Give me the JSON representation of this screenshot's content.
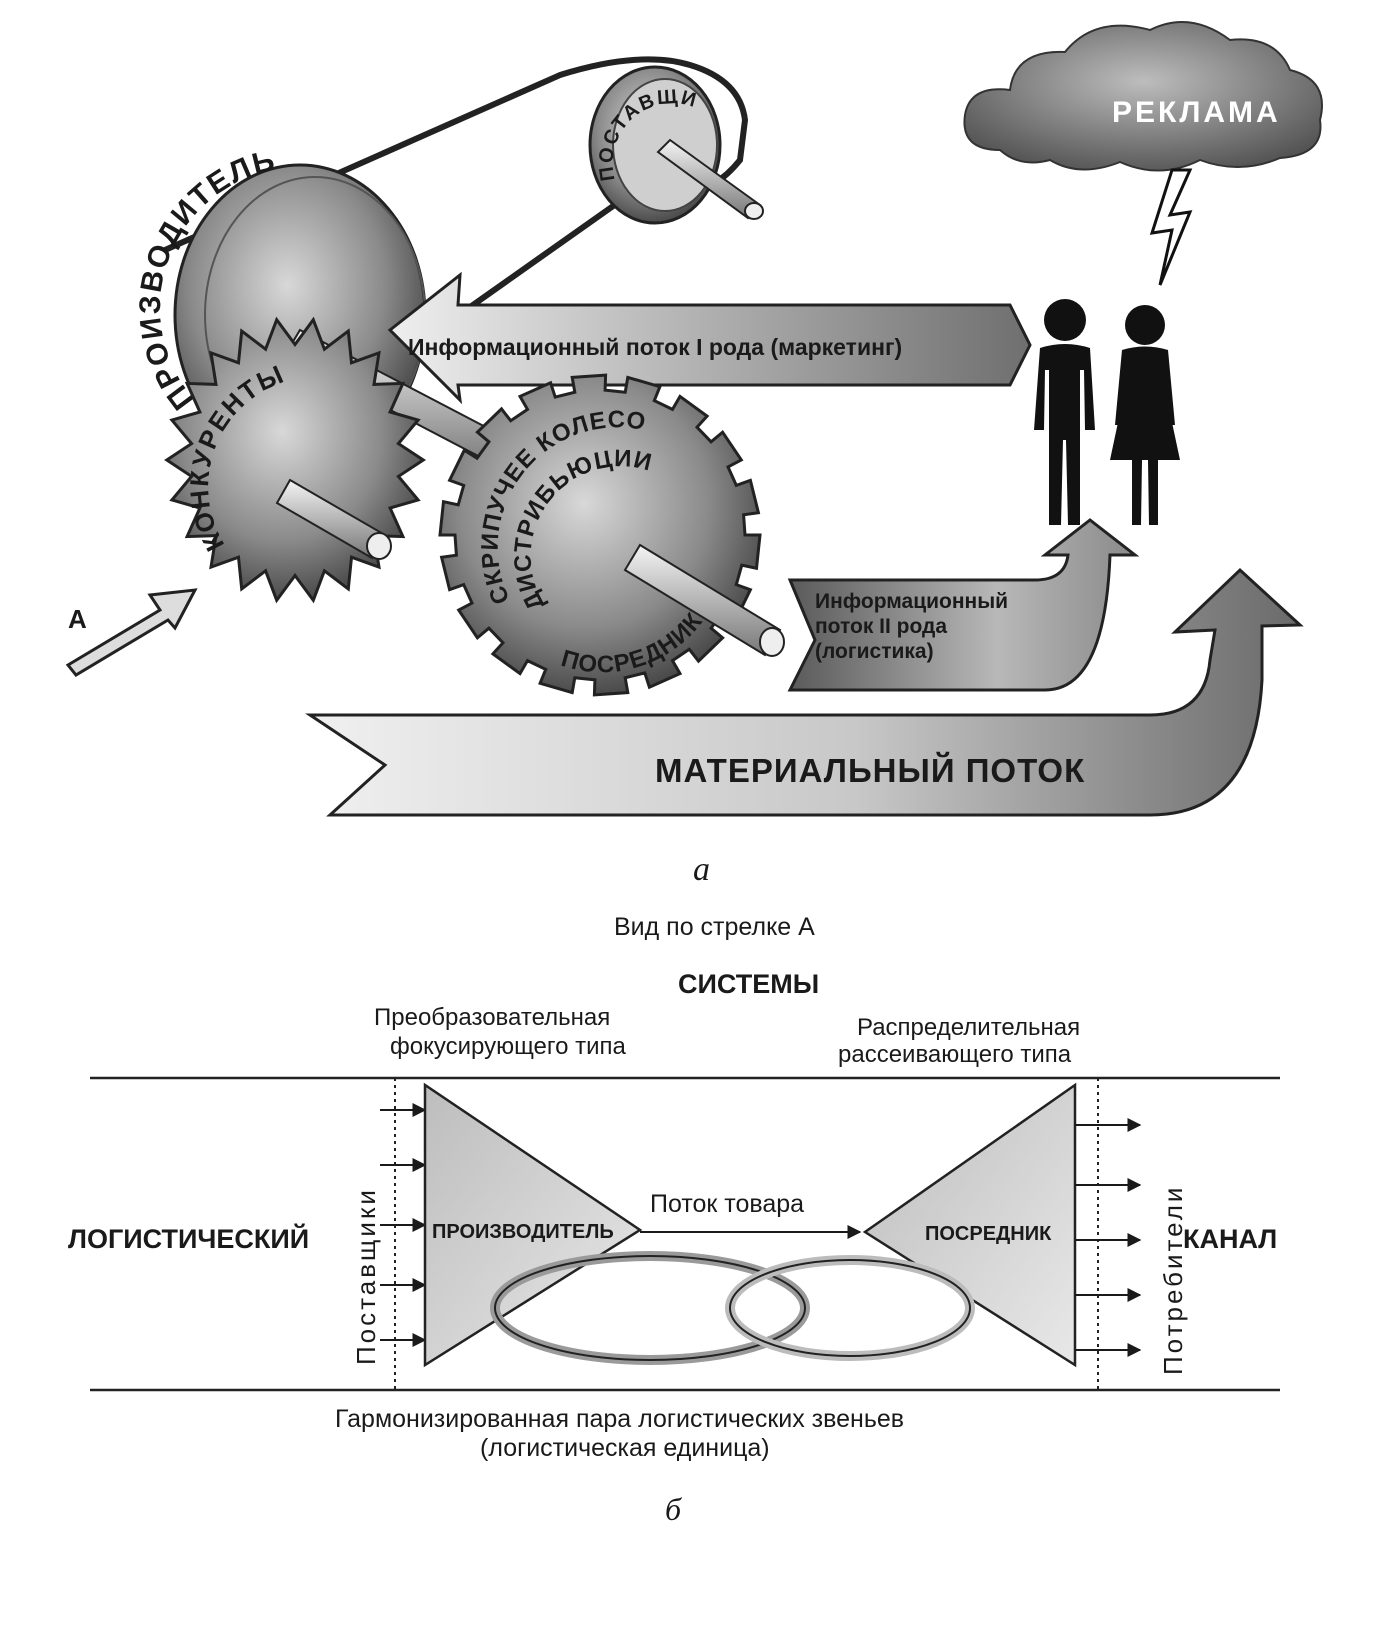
{
  "diagram_a": {
    "ad_cloud_label": "РЕКЛАМА",
    "producer_label": "ПРОИЗВОДИТЕЛЬ",
    "supplier_label": "ПОСТАВЩИК",
    "competitors_label": "КОНКУРЕНТЫ",
    "wheel_label_line1": "СКРИПУЧЕЕ КОЛЕСО",
    "wheel_label_line2": "ДИСТРИБЬЮЦИИ",
    "intermediary_label": "ПОСРЕДНИК",
    "info_flow_1": "Информационный поток I рода (маркетинг)",
    "info_flow_2_line1": "Информационный",
    "info_flow_2_line2": "поток II рода",
    "info_flow_2_line3": "(логистика)",
    "material_flow": "МАТЕРИАЛЬНЫЙ ПОТОК",
    "arrow_a_label": "А",
    "caption": "а"
  },
  "diagram_b": {
    "view_label": "Вид по стрелке А",
    "systems_heading": "СИСТЕМЫ",
    "left_system_line1": "Преобразовательная",
    "left_system_line2": "фокусирующего типа",
    "right_system_line1": "Распределительная",
    "right_system_line2": "рассеивающего типа",
    "logistic_word": "ЛОГИСТИЧЕСКИЙ",
    "channel_word": "КАНАЛ",
    "suppliers_vertical": "Поставщики",
    "consumers_vertical": "Потребители",
    "producer_label": "ПРОИЗВОДИТЕЛЬ",
    "intermediary_label": "ПОСРЕДНИК",
    "goods_flow": "Поток товара",
    "bottom_line1": "Гармонизированная пара логистических звеньев",
    "bottom_line2": "(логистическая единица)",
    "caption": "б"
  }
}
